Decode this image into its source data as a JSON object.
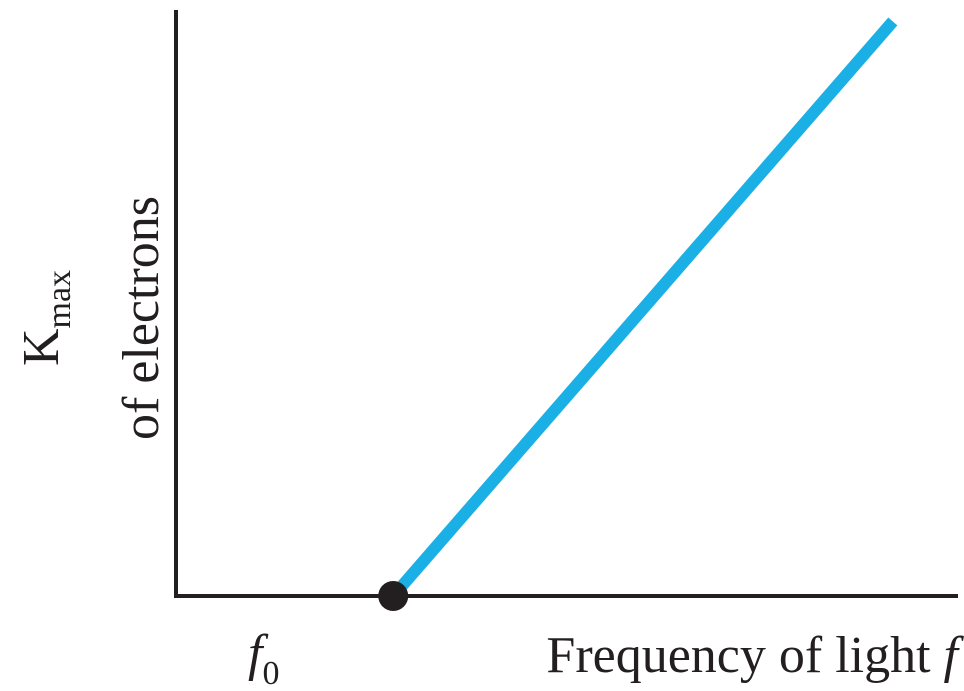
{
  "chart_data": {
    "type": "line",
    "title": "",
    "ylabel": {
      "main": "K",
      "subscript": "max",
      "line2": "of electrons"
    },
    "xlabel": {
      "text": "Frequency of light ",
      "variable": "f"
    },
    "x_tick": {
      "symbol": "f",
      "subscript": "0"
    },
    "series": [
      {
        "color": "#1ab0e6",
        "points": [
          [
            1,
            0
          ],
          [
            3.3,
            1
          ]
        ]
      }
    ],
    "threshold_point": {
      "x": 1,
      "y": 0,
      "color": "#231f20"
    },
    "xlim": [
      0,
      3.6
    ],
    "ylim": [
      0,
      1.02
    ],
    "grid": false,
    "axes_color": "#231f20"
  }
}
